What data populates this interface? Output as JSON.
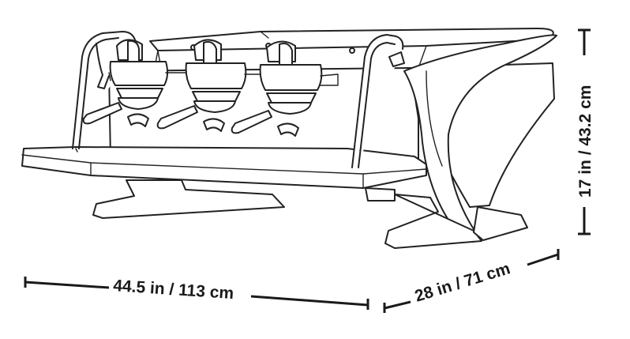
{
  "dimensions": {
    "width_label": "44.5 in / 113 cm",
    "depth_label": "28 in / 71 cm",
    "height_label": "17 in / 43.2 cm"
  },
  "colors": {
    "line": "#222222",
    "background": "#ffffff"
  }
}
